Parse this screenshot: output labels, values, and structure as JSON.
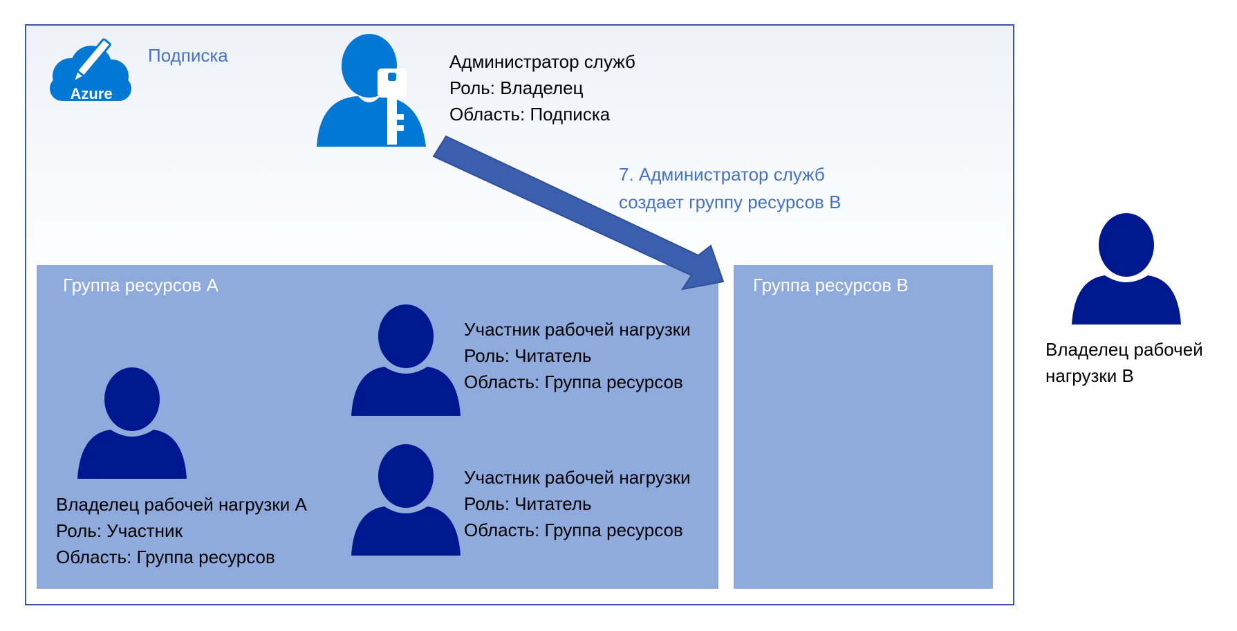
{
  "subscription": {
    "label": "Подписка",
    "badge": "Azure"
  },
  "admin": {
    "name": "Администратор служб",
    "role": "Роль: Владелец",
    "scope": "Область: Подписка"
  },
  "step": {
    "line1": "7. Администратор служб",
    "line2": "создает группу ресурсов B"
  },
  "rg_a": {
    "title": "Группа ресурсов A",
    "owner": {
      "name": "Владелец рабочей нагрузки A",
      "role": "Роль: Участник",
      "scope": "Область: Группа ресурсов"
    },
    "members": [
      {
        "name": "Участник рабочей нагрузки",
        "role": "Роль: Читатель",
        "scope": "Область: Группа ресурсов"
      },
      {
        "name": "Участник рабочей нагрузки",
        "role": "Роль: Читатель",
        "scope": "Область: Группа ресурсов"
      }
    ]
  },
  "rg_b": {
    "title": "Группа ресурсов B"
  },
  "owner_b": {
    "line1": "Владелец рабочей",
    "line2": "нагрузки B"
  },
  "colors": {
    "border": "#3b56a6",
    "resource_group": "#8faadc",
    "person": "#00188f",
    "admin": "#0078d4",
    "arrow": "#3b5fad",
    "step_text": "#4472c4"
  }
}
